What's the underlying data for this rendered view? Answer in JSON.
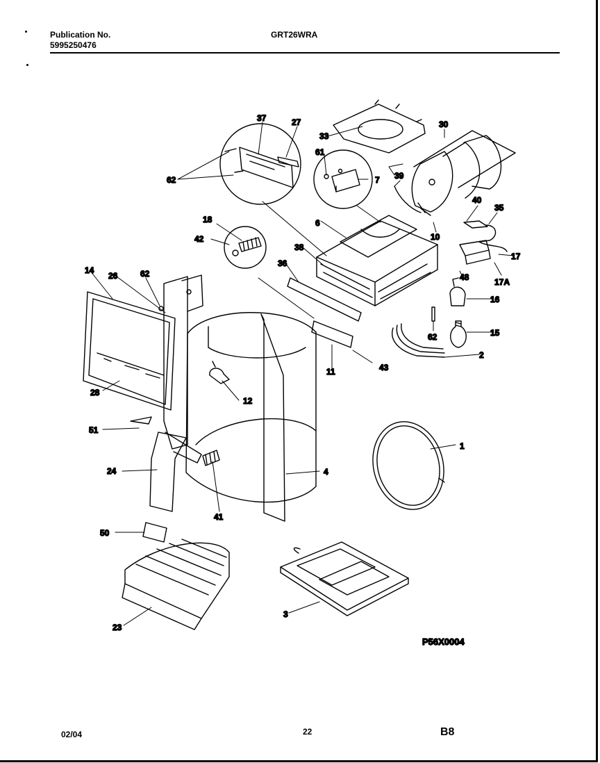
{
  "header": {
    "publication_label": "Publication No.",
    "publication_number": "5995250476",
    "model": "GRT26WRA"
  },
  "diagram": {
    "figure_code": "P56X0004",
    "callouts": [
      "1",
      "2",
      "3",
      "4",
      "6",
      "7",
      "10",
      "11",
      "12",
      "14",
      "15",
      "16",
      "17",
      "17A",
      "18",
      "23",
      "24",
      "26",
      "27",
      "28",
      "30",
      "33",
      "35",
      "36",
      "37",
      "38",
      "39",
      "40",
      "41",
      "42",
      "43",
      "48",
      "50",
      "51",
      "61",
      "62"
    ]
  },
  "footer": {
    "date": "02/04",
    "page": "22",
    "section": "B8"
  }
}
